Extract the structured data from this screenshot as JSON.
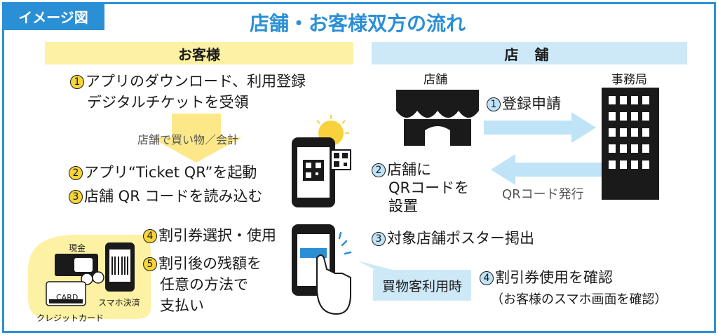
{
  "tag": "イメージ図",
  "title": "店舗・お客様双方の流れ",
  "customer": {
    "header": "お客様",
    "step1_num": "1",
    "step1_line1": "アプリのダウンロード、利用登録",
    "step1_line2": "デジタルチケットを受領",
    "arrow_label": "店舗で買い物／会計",
    "step2_num": "2",
    "step2": "アプリ“Ticket QR”を起動",
    "step3_num": "3",
    "step3": "店舗 QR コードを読み込む",
    "step4_num": "4",
    "step4": "割引券選択・使用",
    "step5_num": "5",
    "step5_line1": "割引後の残額を",
    "step5_line2": "任意の方法で",
    "step5_line3": "支払い",
    "cash_label": "現金",
    "card_text": "CARD",
    "credit_label": "クレジットカード",
    "smartpay_label": "スマホ決済"
  },
  "store": {
    "header": "店 舗",
    "shop_label": "店舗",
    "office_label": "事務局",
    "step1_num": "1",
    "step1": "登録申請",
    "step2_num": "2",
    "step2_line1": "店舗に",
    "step2_line2": "QRコードを",
    "step2_line3": "設置",
    "qr_issue": "QRコード発行",
    "step3_num": "3",
    "step3": "対象店舗ポスター掲出",
    "badge": "買物客利用時",
    "step4_num": "4",
    "step4": "割引券使用を確認",
    "step4_sub": "（お客様のスマホ画面を確認）"
  },
  "colors": {
    "accent": "#2b8fd6",
    "yellow": "#fdf1a3",
    "lightblue": "#cde9f8"
  }
}
